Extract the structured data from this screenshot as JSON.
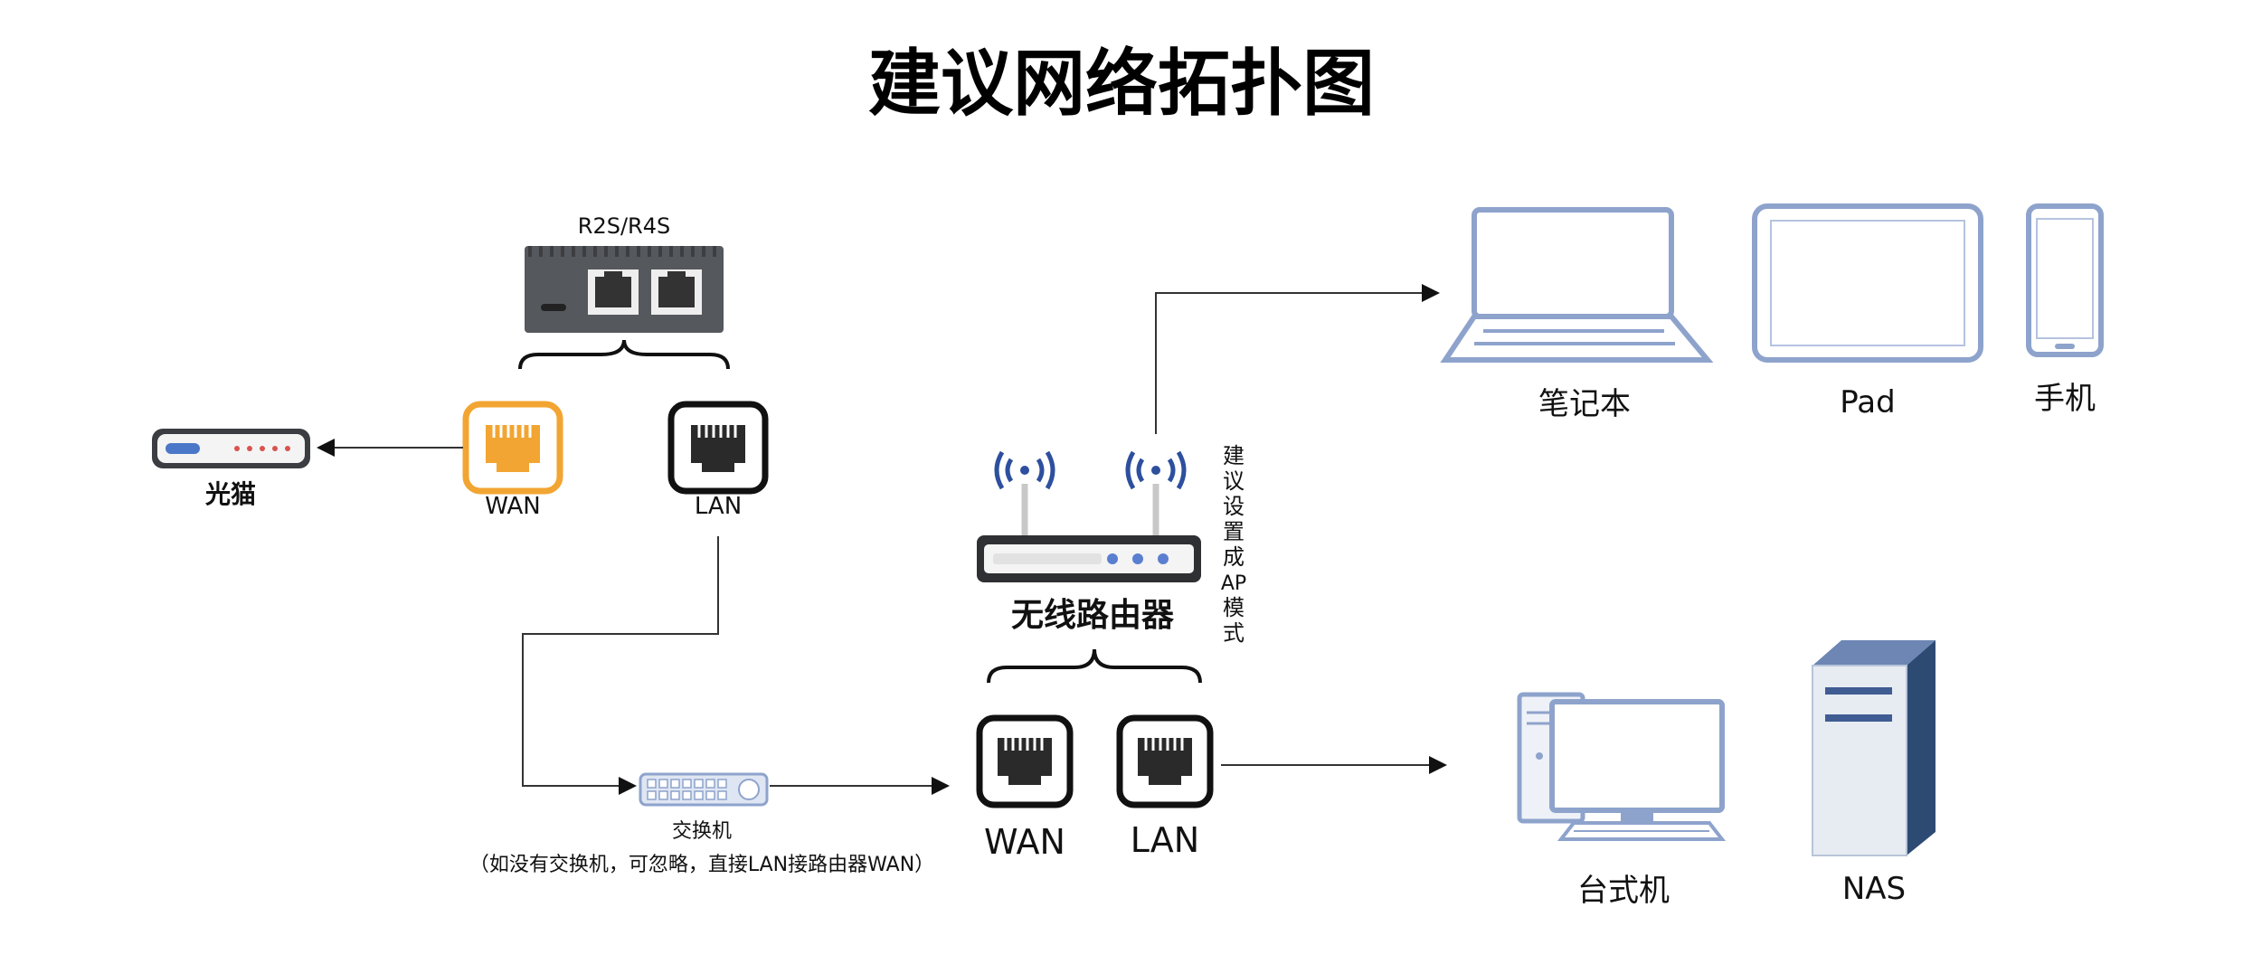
{
  "title": "建议网络拓扑图",
  "devices": {
    "r2s": "R2S/R4S",
    "modem": "光猫",
    "switch": "交换机",
    "switch_note": "（如没有交换机，可忽略，直接LAN接路由器WAN）",
    "router": "无线路由器",
    "ap_note": [
      "建",
      "议",
      "设",
      "置",
      "成",
      "AP",
      "模",
      "式"
    ],
    "laptop": "笔记本",
    "pad": "Pad",
    "phone": "手机",
    "desktop": "台式机",
    "nas": "NAS"
  },
  "ports": {
    "r2s_wan": "WAN",
    "r2s_lan": "LAN",
    "router_wan": "WAN",
    "router_lan": "LAN"
  },
  "colors": {
    "wan_accent": "#F2A532",
    "device_outline": "#8EA3CC",
    "line": "#333333",
    "router_blue": "#2D4F9E",
    "nas_dark": "#2D4A73"
  }
}
